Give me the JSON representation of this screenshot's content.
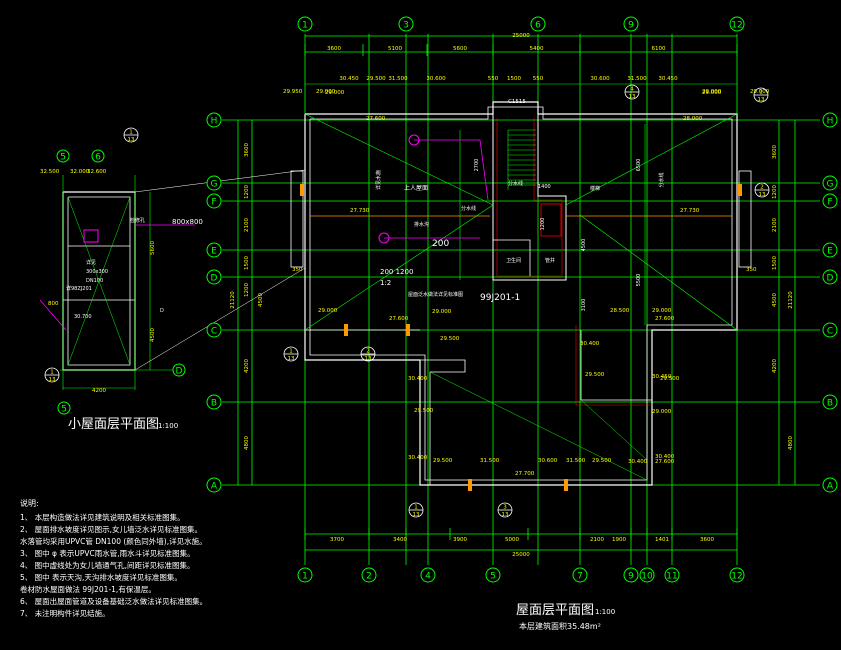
{
  "colors": {
    "background": "#000000",
    "wall": "#ffffff",
    "axis": "#00ff00",
    "dim_text": "#ffff00",
    "label_text": "#ffffff",
    "magenta": "#ff00ff",
    "accent": "#ff9900",
    "red": "#ff0000",
    "cyan": "#00ffff"
  },
  "axis_bubbles": {
    "top": [
      "1",
      "3",
      "6",
      "9",
      "12"
    ],
    "bottom": [
      "1",
      "2",
      "4",
      "5",
      "7",
      "9",
      "10",
      "11",
      "12"
    ],
    "left": [
      "H",
      "G",
      "F",
      "E",
      "D",
      "C",
      "B",
      "A"
    ],
    "right": [
      "H",
      "G",
      "F",
      "E",
      "D",
      "C",
      "B",
      "A"
    ],
    "small_top": [
      "5",
      "6"
    ],
    "small_right": [
      "D"
    ],
    "small_bottom": "5"
  },
  "dimensions_top": {
    "row1": [
      "3600",
      "5100",
      "5600",
      "5400",
      "6100"
    ],
    "total": "25000",
    "row2": [
      "30.450",
      "29.500",
      "31.500",
      "30.600",
      "550",
      "1500",
      "550",
      "30.600",
      "31.500",
      "30.450"
    ],
    "row3": [
      "29.000",
      "C1515",
      "29.000"
    ]
  },
  "dimensions_bottom": {
    "row1": [
      "3700",
      "3400",
      "3900",
      "5000",
      "2100",
      "1900",
      "1401",
      "3600"
    ],
    "total": "25000"
  },
  "dimensions_left": [
    "3600",
    "1200",
    "2100",
    "1500",
    "1200",
    "4500",
    "4800",
    "21120",
    "4200"
  ],
  "dimensions_right": [
    "3600",
    "1200",
    "2100",
    "1500",
    "4500",
    "21120",
    "4200",
    "4800"
  ],
  "elevations": {
    "e1": "29.950",
    "e2": "29.000",
    "e3": "27.600",
    "e4": "27.730",
    "e5": "350",
    "e6": "29.000",
    "e7": "27.600",
    "e8": "29.000",
    "e9": "29.500",
    "e10": "30.400",
    "e11": "29.500",
    "e12": "30.400",
    "e13": "29.500",
    "e14": "31.500",
    "e15": "27.700",
    "e16": "30.600",
    "e17": "31.500",
    "e18": "29.500",
    "e19": "30.400",
    "e20": "29.500",
    "e21": "30.450",
    "e22": "29.000",
    "e23": "27.600",
    "e24": "29.000",
    "e25": "27.730",
    "e26": "350",
    "e27": "28.000",
    "e28": "29.000",
    "e29": "27.600",
    "e30": "28.500",
    "e31": "30.400",
    "e32": "29.500",
    "e33": "30.400",
    "e34": "29.000"
  },
  "main_plan_labels": {
    "roof_access": "上人屋面",
    "slope1": "分水线",
    "slope2": "分水线",
    "drain_note": "29.000",
    "ref_std": "99J201-1",
    "ref_note": "屋面泛水做法详见标准图",
    "pipe_note1": "200 1200",
    "pipe_note2": "1:2",
    "pipe_label": "200",
    "stair": "楼梯",
    "shaft": "风井",
    "wc": "卫生间",
    "duct": "管井",
    "val_2700": "2700",
    "val_4500": "4500",
    "val_6500": "6500",
    "val_5500": "5500",
    "val_3100": "3100",
    "val_1200": "1200",
    "val_1400": "1400",
    "rain_note": "详见水施",
    "rain_note2": "分水线",
    "gutter": "排水沟"
  },
  "detail_refs": [
    {
      "top": "1",
      "bottom": "13"
    },
    {
      "top": "2",
      "bottom": "13"
    },
    {
      "top": "1",
      "bottom": "13"
    },
    {
      "top": "3",
      "bottom": "13"
    },
    {
      "top": "4",
      "bottom": "13"
    },
    {
      "top": "1",
      "bottom": "13"
    },
    {
      "top": "2",
      "bottom": "13"
    }
  ],
  "small_plan": {
    "title": "小屋面层平面图",
    "scale": "1:100",
    "dim_4200": "4200",
    "dim_5600": "5600",
    "dim_4500": "4500",
    "dim_800": "800",
    "e1": "32.500",
    "e2": "32.000",
    "e3": "32.600",
    "label_opening": "800x800",
    "label_hatch": "检修孔",
    "label_note1": "详见",
    "label_note2": "300x300",
    "label_note3": "30.700",
    "label_dn": "DN100",
    "label_std": "详98ZJ201",
    "ref1": "1",
    "ref1b": "13",
    "ref2": "1",
    "ref2b": "13",
    "axis_label": "D"
  },
  "main_title": "屋面层平面图",
  "main_scale": "1:100",
  "main_subtitle": "本层建筑面积35.48m²",
  "notes": {
    "heading": "说明:",
    "lines": [
      "1、 本层构造做法详见建筑说明及相关标准图集。",
      "2、 屋面排水坡度详见图示,女儿墙泛水详见标准图集。",
      "    水落管均采用UPVC管 DN100 (颜色同外墙),详见水施。",
      "3、 图中 φ 表示UPVC雨水管,雨水斗详见标准图集。",
      "4、 图中虚线处为女儿墙通气孔,间距详见标准图集。",
      "5、 图中 表示天沟,天沟排水坡度详见标准图集。",
      "    卷材防水屋面做法 99J201-1,有保温层。",
      "6、 屋面出屋面管道及设备基础泛水做法详见标准图集。",
      "7、 未注明构件详见结施。"
    ]
  }
}
